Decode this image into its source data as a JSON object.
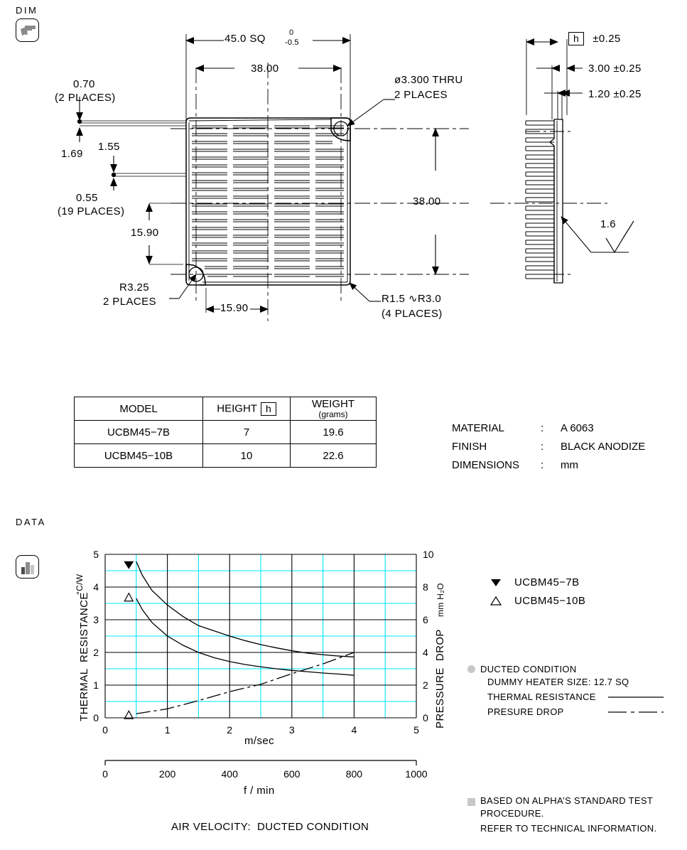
{
  "sections": {
    "dim_label": "DIM",
    "dim_icon": "caliper-icon",
    "data_label": "DATA",
    "data_icon": "bar-chart-icon"
  },
  "plan_view": {
    "dim_width_overall": "45.0 SQ",
    "tol_upper": "0",
    "tol_lower": "-0.5",
    "dim_width_inner": "38.00",
    "dim_height_inner": "38.00",
    "hole_note_line1": "ø3.300 THRU",
    "hole_note_line2": "2 PLACES",
    "fin_thk": "0.70",
    "fin_thk_places": "(2 PLACES)",
    "pitch_1_69": "1.69",
    "pitch_1_55": "1.55",
    "slot_0_55": "0.55",
    "slot_places": "(19 PLACES)",
    "dim_15_90_v": "15.90",
    "dim_15_90_h": "15.90",
    "radius_note_line1": "R3.25",
    "radius_note_line2": "2 PLACES",
    "corner_note_line1": "R1.5 ∿R3.0",
    "corner_note_line2": "(4 PLACES)"
  },
  "side_view": {
    "height_symbol": "h",
    "height_tol": "±0.25",
    "dim_3_00": "3.00 ±0.25",
    "dim_1_20": "1.20 ±0.25",
    "surface_finish": "1.6"
  },
  "spec_table": {
    "headers": {
      "model": "MODEL",
      "height": "HEIGHT",
      "height_symbol": "h",
      "weight": "WEIGHT",
      "weight_unit": "(grams)"
    },
    "rows": [
      {
        "model": "UCBM45−7B",
        "height": "7",
        "weight": "19.6"
      },
      {
        "model": "UCBM45−10B",
        "height": "10",
        "weight": "22.6"
      }
    ]
  },
  "material_specs": [
    {
      "key": "MATERIAL",
      "colon": ":",
      "value": "A 6063"
    },
    {
      "key": "FINISH",
      "colon": ":",
      "value": "BLACK ANODIZE"
    },
    {
      "key": "DIMENSIONS",
      "colon": ":",
      "value": "mm"
    }
  ],
  "legend": {
    "items": [
      {
        "marker": "filled-triangle-down",
        "label": "UCBM45−7B"
      },
      {
        "marker": "open-triangle-up",
        "label": "UCBM45−10B"
      }
    ]
  },
  "notes": {
    "condition_bullet": "circle-bullet",
    "condition": "DUCTED CONDITION",
    "dummy_heater": "DUMMY HEATER SIZE: 12.7 SQ",
    "thermal_resistance": "THERMAL RESISTANCE",
    "pressure_drop": "PRESURE DROP",
    "footer_bullet": "square-bullet",
    "footer_line1": "BASED ON ALPHA’S STANDARD TEST",
    "footer_line2": "PROCEDURE.",
    "footer_line3": "REFER TO TECHNICAL INFORMATION."
  },
  "chart_caption": "AIR VELOCITY:  DUCTED CONDITION",
  "chart_data": {
    "type": "line",
    "title": "",
    "xlabel": "m/sec",
    "xlabel2": "f / min",
    "ylabel": "THERMAL  RESISTANCE",
    "yunit": "°C/W",
    "ylabel2": "PRESSURE  DROP",
    "yunit2": "mm H₂O",
    "xlim": [
      0,
      5
    ],
    "ylim": [
      0,
      5
    ],
    "ylim2": [
      0,
      10
    ],
    "xticks": [
      0,
      1,
      2,
      3,
      4,
      5
    ],
    "xticks2": [
      0,
      200,
      400,
      600,
      800,
      1000
    ],
    "yticks": [
      0,
      1,
      2,
      3,
      4,
      5
    ],
    "yticks2": [
      0,
      2,
      4,
      6,
      8,
      10
    ],
    "minor_gridlines": true,
    "grid_color": "#00e5ff",
    "axis_color": "#000000",
    "series": [
      {
        "name": "UCBM45-7B thermal resistance",
        "axis": "left",
        "style": "solid",
        "marker": "filled-triangle-down",
        "marker_point": [
          0.38,
          4.68
        ],
        "x": [
          0.5,
          0.6,
          0.75,
          1.0,
          1.25,
          1.5,
          1.75,
          2.0,
          2.25,
          2.5,
          2.75,
          3.0,
          3.25,
          3.5,
          3.75,
          4.0
        ],
        "y": [
          4.78,
          4.35,
          3.9,
          3.45,
          3.1,
          2.82,
          2.66,
          2.5,
          2.36,
          2.24,
          2.14,
          2.05,
          1.98,
          1.93,
          1.89,
          1.86
        ]
      },
      {
        "name": "UCBM45-10B thermal resistance",
        "axis": "left",
        "style": "solid",
        "marker": "open-triangle-up",
        "marker_point": [
          0.38,
          3.68
        ],
        "x": [
          0.5,
          0.6,
          0.75,
          1.0,
          1.25,
          1.5,
          1.75,
          2.0,
          2.25,
          2.5,
          2.75,
          3.0,
          3.25,
          3.5,
          3.75,
          4.0
        ],
        "y": [
          3.65,
          3.3,
          2.92,
          2.5,
          2.22,
          2.0,
          1.84,
          1.72,
          1.63,
          1.56,
          1.5,
          1.45,
          1.41,
          1.37,
          1.34,
          1.3
        ]
      },
      {
        "name": "Pressure drop",
        "axis": "right",
        "style": "dash-dot",
        "marker": "open-triangle-up",
        "marker_point": [
          0.38,
          0.16
        ],
        "x": [
          0.5,
          1.0,
          1.5,
          2.0,
          2.5,
          3.0,
          3.5,
          4.0
        ],
        "y": [
          0.25,
          0.55,
          1.05,
          1.6,
          2.05,
          2.7,
          3.3,
          4.0
        ]
      }
    ]
  }
}
